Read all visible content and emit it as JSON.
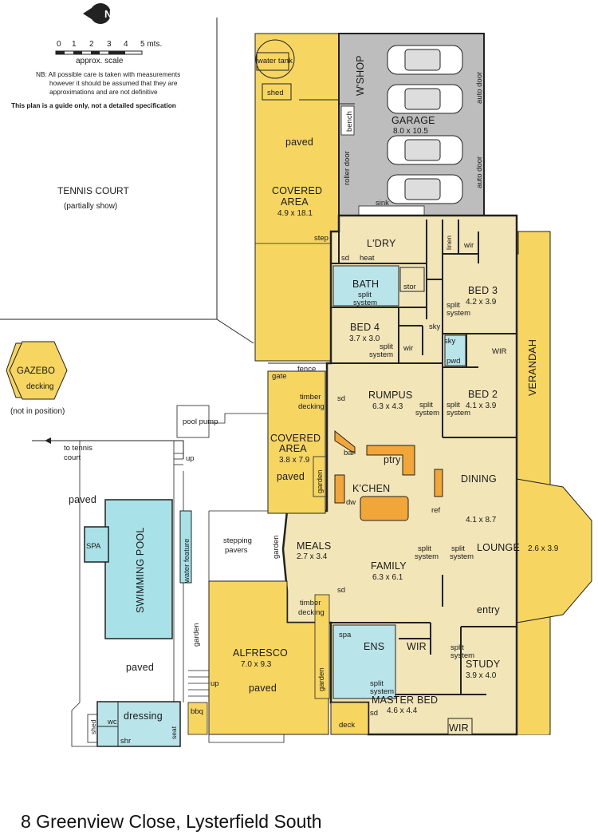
{
  "legend": {
    "north_label": "N",
    "scale_ticks": [
      "0",
      "1",
      "2",
      "3",
      "4",
      "5 mts."
    ],
    "scale_caption": "approx. scale",
    "note_lines": [
      "NB:  All possible care is taken with measurements",
      "however it should be assumed that they are",
      "approximations and are not definitive"
    ],
    "guide_text": "This plan is a guide only, not a detailed specification"
  },
  "colors": {
    "house_floor": "#f2e6b8",
    "outdoor_yellow": "#f6d560",
    "garage_grey": "#bdbdbd",
    "wet_area_blue": "#b9e4ea",
    "pool_water": "#a8e2e8",
    "joinery_orange": "#f2a538",
    "wall": "#222222"
  },
  "rooms": {
    "tennis": {
      "name": "TENNIS COURT",
      "sub": "(partially show)"
    },
    "gazebo": {
      "name": "GAZEBO",
      "sub": "decking",
      "note": "(not in position)"
    },
    "covered_top": {
      "name": "COVERED",
      "name2": "AREA",
      "dim": "4.9 x 18.1",
      "paved": "paved"
    },
    "water_tank": "water tank",
    "shed": "shed",
    "wshop": "W'SHOP",
    "garage": {
      "name": "GARAGE",
      "dim": "8.0 x 10.5"
    },
    "bench": "bench",
    "roller_door": "roller door",
    "auto_door_1": "auto door",
    "auto_door_2": "auto door",
    "sink": "sink",
    "step": "step",
    "ldry": "L'DRY",
    "heat": "heat",
    "sd": "sd",
    "linen": "linen",
    "wir": "wir",
    "garden": "garden",
    "bath": {
      "name": "BATH",
      "split": "split",
      "system": "system"
    },
    "stor": "stor",
    "bed3": {
      "name": "BED 3",
      "dim": "4.2 x 3.9"
    },
    "sky": "sky",
    "bed4": {
      "name": "BED 4",
      "dim": "3.7 x 3.0"
    },
    "split": "split",
    "system": "system",
    "pwd": "pwd",
    "wir_caps": "WIR",
    "verandah": "VERANDAH",
    "fence": "fence",
    "gate": "gate",
    "timber": "timber",
    "decking": "decking",
    "rumpus": {
      "name": "RUMPUS",
      "dim": "6.3 x 4.3"
    },
    "bed2": {
      "name": "BED 2",
      "dim": "4.1 x 3.9"
    },
    "pool_pump": "pool pump",
    "to_tennis": "to tennis",
    "court": "court",
    "up": "up",
    "covered_mid": {
      "name": "COVERED",
      "name2": "AREA",
      "dim": "3.8 x 7.9",
      "paved": "paved"
    },
    "bar": "bar",
    "ptry": "ptry",
    "dining": {
      "name": "DINING",
      "dim": "4.1 x 8.7"
    },
    "kitchen": "K'CHEN",
    "dw": "dw",
    "ref": "ref",
    "paved": "paved",
    "spa": "SPA",
    "swimming_pool": "SWIMMING POOL",
    "water_feature": "water feature",
    "stepping": "stepping",
    "pavers": "pavers",
    "meals": {
      "name": "MEALS",
      "dim": "2.7 x 3.4"
    },
    "lounge": {
      "name": "LOUNGE",
      "dim": "2.6 x 3.9"
    },
    "family": {
      "name": "FAMILY",
      "dim": "6.3 x 6.1"
    },
    "entry": "entry",
    "alfresco": {
      "name": "ALFRESCO",
      "dim": "7.0 x 9.3",
      "paved": "paved"
    },
    "spa_small": "spa",
    "ens": "ENS",
    "study": {
      "name": "STUDY",
      "dim": "3.9 x 4.0"
    },
    "master": {
      "name": "MASTER BED",
      "dim": "4.6 x 4.4"
    },
    "dressing": "dressing",
    "wc": "wc",
    "shr": "shr",
    "seat": "seat",
    "bbq": "bbq",
    "deck": "deck"
  },
  "address": "8 Greenview Close, Lysterfield South"
}
